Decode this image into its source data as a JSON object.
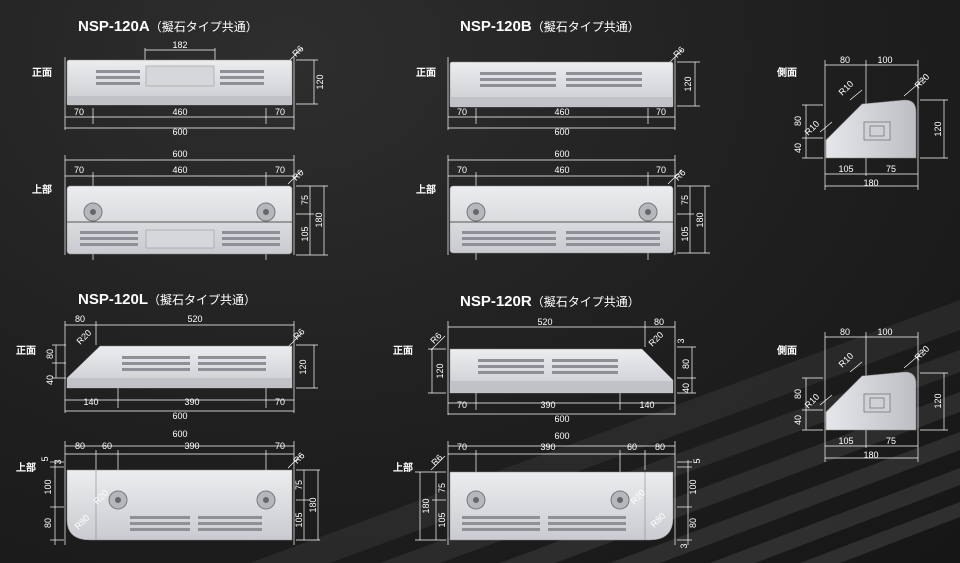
{
  "models": [
    {
      "id": "a",
      "name": "NSP-120A",
      "note": "（擬石タイプ共通）"
    },
    {
      "id": "b",
      "name": "NSP-120B",
      "note": "（擬石タイプ共通）"
    },
    {
      "id": "l",
      "name": "NSP-120L",
      "note": "（擬石タイプ共通）"
    },
    {
      "id": "r",
      "name": "NSP-120R",
      "note": "（擬石タイプ共通）"
    }
  ],
  "view_labels": {
    "front": "正面",
    "top": "上部",
    "side": "側面"
  },
  "dims": {
    "a": {
      "w182": "182",
      "r6": "R6",
      "h120": "120",
      "d70a": "70",
      "d460": "460",
      "d70b": "70",
      "d600": "600",
      "t600": "600",
      "t70a": "70",
      "t460": "460",
      "t70b": "70",
      "t75": "75",
      "t105": "105",
      "t180": "180",
      "tr6": "R6"
    },
    "b": {
      "r6": "R6",
      "h120": "120",
      "d70a": "70",
      "d460": "460",
      "d70b": "70",
      "d600": "600",
      "t600": "600",
      "t70a": "70",
      "t460": "460",
      "t70b": "70",
      "t75": "75",
      "t105": "105",
      "t180": "180",
      "tr6": "R6"
    },
    "l": {
      "d80": "80",
      "d520": "520",
      "r20": "R20",
      "r6": "R6",
      "h80": "80",
      "h40": "40",
      "h120": "120",
      "d140": "140",
      "d390": "390",
      "d70": "70",
      "d600": "600",
      "t600": "600",
      "t80": "80",
      "t60": "60",
      "t390": "390",
      "t70": "70",
      "tr6": "R6",
      "t5": "5",
      "t3": "3",
      "t100": "100",
      "t80v": "80",
      "t75": "75",
      "t105": "105",
      "t180": "180",
      "r20b": "R20",
      "r80": "R80"
    },
    "r": {
      "d520": "520",
      "d80": "80",
      "r6": "R6",
      "r20": "R20",
      "h120": "120",
      "h80": "80",
      "h40": "40",
      "h3": "3",
      "d70": "70",
      "d390": "390",
      "d140": "140",
      "d600": "600",
      "t600": "600",
      "t70": "70",
      "t390": "390",
      "t60": "60",
      "t80": "80",
      "tr6": "R6",
      "t75": "75",
      "t105": "105",
      "t180": "180",
      "t5": "5",
      "t3": "3",
      "t100": "100",
      "t80v": "80",
      "r20b": "R20",
      "r80": "R80"
    },
    "s1": {
      "d80": "80",
      "d100": "100",
      "r20": "R20",
      "r10a": "R10",
      "r10b": "R10",
      "v80": "80",
      "v40": "40",
      "v120": "120",
      "d105": "105",
      "d75": "75",
      "d180": "180"
    },
    "s2": {
      "d80": "80",
      "d100": "100",
      "r20": "R20",
      "r10a": "R10",
      "r10b": "R10",
      "v80": "80",
      "v40": "40",
      "v120": "120",
      "d105": "105",
      "d75": "75",
      "d180": "180"
    }
  }
}
